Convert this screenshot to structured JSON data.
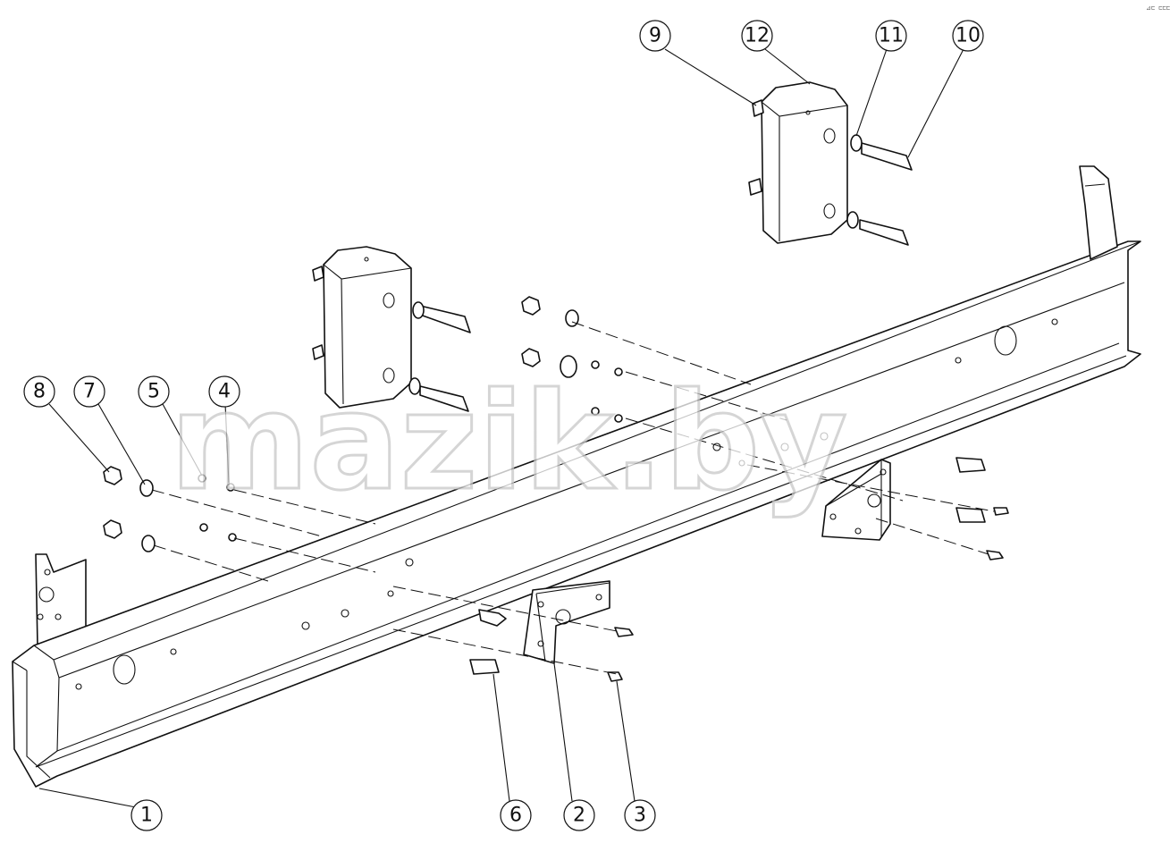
{
  "watermark": "mazik.by",
  "corner_mark": "⊿⊏ ⊏⊏⊏",
  "callouts": [
    {
      "id": "1",
      "label": "1"
    },
    {
      "id": "2",
      "label": "2"
    },
    {
      "id": "3",
      "label": "3"
    },
    {
      "id": "4",
      "label": "4"
    },
    {
      "id": "5",
      "label": "5"
    },
    {
      "id": "6",
      "label": "6"
    },
    {
      "id": "7",
      "label": "7"
    },
    {
      "id": "8",
      "label": "8"
    },
    {
      "id": "9",
      "label": "9"
    },
    {
      "id": "10",
      "label": "10"
    },
    {
      "id": "11",
      "label": "11"
    },
    {
      "id": "12",
      "label": "12"
    }
  ]
}
